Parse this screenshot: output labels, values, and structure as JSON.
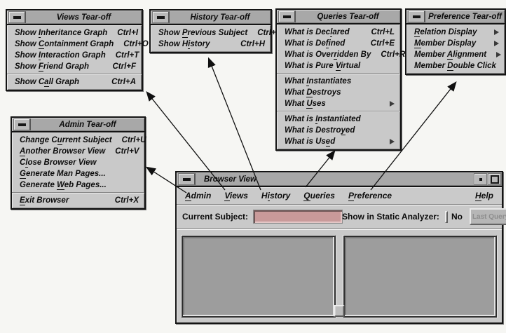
{
  "colors": {
    "field_pink": "#c99a9a",
    "window_gray": "#c9c9c9",
    "panel_gray": "#9d9d9d",
    "titlebar_gray": "#a8a8a8",
    "text": "#111111"
  },
  "tearoffs": {
    "views": {
      "title": "Views Tear-off",
      "items": [
        {
          "pre": "Show ",
          "key": "I",
          "post": "nheritance Graph",
          "accel": "Ctrl+I"
        },
        {
          "pre": "Show ",
          "key": "C",
          "post": "ontainment Graph",
          "accel": "Ctrl+O"
        },
        {
          "pre": "Show ",
          "key": "I",
          "post": "nteraction Graph",
          "accel": "Ctrl+T"
        },
        {
          "pre": "Show ",
          "key": "F",
          "post": "riend Graph",
          "accel": "Ctrl+F"
        },
        {
          "pre": "Show C",
          "key": "a",
          "post": "ll Graph",
          "accel": "Ctrl+A",
          "sep_before": true
        }
      ]
    },
    "history": {
      "title": "History Tear-off",
      "items": [
        {
          "pre": "Show ",
          "key": "P",
          "post": "revious Subject",
          "accel": "Ctrl+P"
        },
        {
          "pre": "Show H",
          "key": "i",
          "post": "story",
          "accel": "Ctrl+H"
        }
      ]
    },
    "queries": {
      "title": "Queries Tear-off",
      "items": [
        {
          "pre": "What is Dec",
          "key": "l",
          "post": "ared",
          "accel": "Ctrl+L"
        },
        {
          "pre": "What is De",
          "key": "f",
          "post": "ined",
          "accel": "Ctrl+E"
        },
        {
          "pre": "What is Over",
          "key": "r",
          "post": "idden By",
          "accel": "Ctrl+R"
        },
        {
          "pre": "What is Pure ",
          "key": "V",
          "post": "irtual"
        },
        {
          "pre": "What ",
          "key": "I",
          "post": "nstantiates",
          "sep_before": true
        },
        {
          "pre": "What ",
          "key": "D",
          "post": "estroys"
        },
        {
          "pre": "What ",
          "key": "U",
          "post": "ses",
          "submenu": true
        },
        {
          "pre": "What is ",
          "key": "I",
          "post": "nstantiated",
          "sep_before": true
        },
        {
          "pre": "What is Destro",
          "key": "y",
          "post": "ed"
        },
        {
          "pre": "What is Us",
          "key": "e",
          "post": "d",
          "submenu": true
        }
      ]
    },
    "preference": {
      "title": "Preference Tear-off",
      "items": [
        {
          "pre": "",
          "key": "R",
          "post": "elation Display",
          "submenu": true
        },
        {
          "pre": "",
          "key": "M",
          "post": "ember Display",
          "submenu": true
        },
        {
          "pre": "Member ",
          "key": "A",
          "post": "lignment",
          "submenu": true
        },
        {
          "pre": "Member ",
          "key": "D",
          "post": "ouble Click",
          "submenu": true
        }
      ]
    },
    "admin": {
      "title": "Admin Tear-off",
      "items": [
        {
          "pre": "Change C",
          "key": "u",
          "post": "rrent Subject",
          "accel": "Ctrl+U"
        },
        {
          "pre": "",
          "key": "A",
          "post": "nother Browser View",
          "accel": "Ctrl+V"
        },
        {
          "pre": "C",
          "key": "l",
          "post": "ose Browser View"
        },
        {
          "pre": "",
          "key": "G",
          "post": "enerate Man Pages..."
        },
        {
          "pre": "Generate ",
          "key": "W",
          "post": "eb Pages..."
        },
        {
          "pre": "",
          "key": "E",
          "post": "xit Browser",
          "accel": "Ctrl+X",
          "sep_before": true
        }
      ]
    }
  },
  "window": {
    "title": "Browser View",
    "menubar": [
      {
        "name": "menu-admin",
        "pre": "",
        "key": "A",
        "post": "dmin"
      },
      {
        "name": "menu-views",
        "pre": "",
        "key": "V",
        "post": "iews"
      },
      {
        "name": "menu-history",
        "pre": "H",
        "key": "i",
        "post": "story"
      },
      {
        "name": "menu-queries",
        "pre": "",
        "key": "Q",
        "post": "ueries"
      },
      {
        "name": "menu-preference",
        "pre": "",
        "key": "P",
        "post": "reference"
      }
    ],
    "help": {
      "pre": "",
      "key": "H",
      "post": "elp"
    },
    "controls": {
      "current_subject_label": "Current Subject:",
      "current_subject_value": "",
      "show_label": "Show in Static Analyzer:",
      "toggle_label": "No",
      "last_query_label": "Last Query"
    }
  }
}
